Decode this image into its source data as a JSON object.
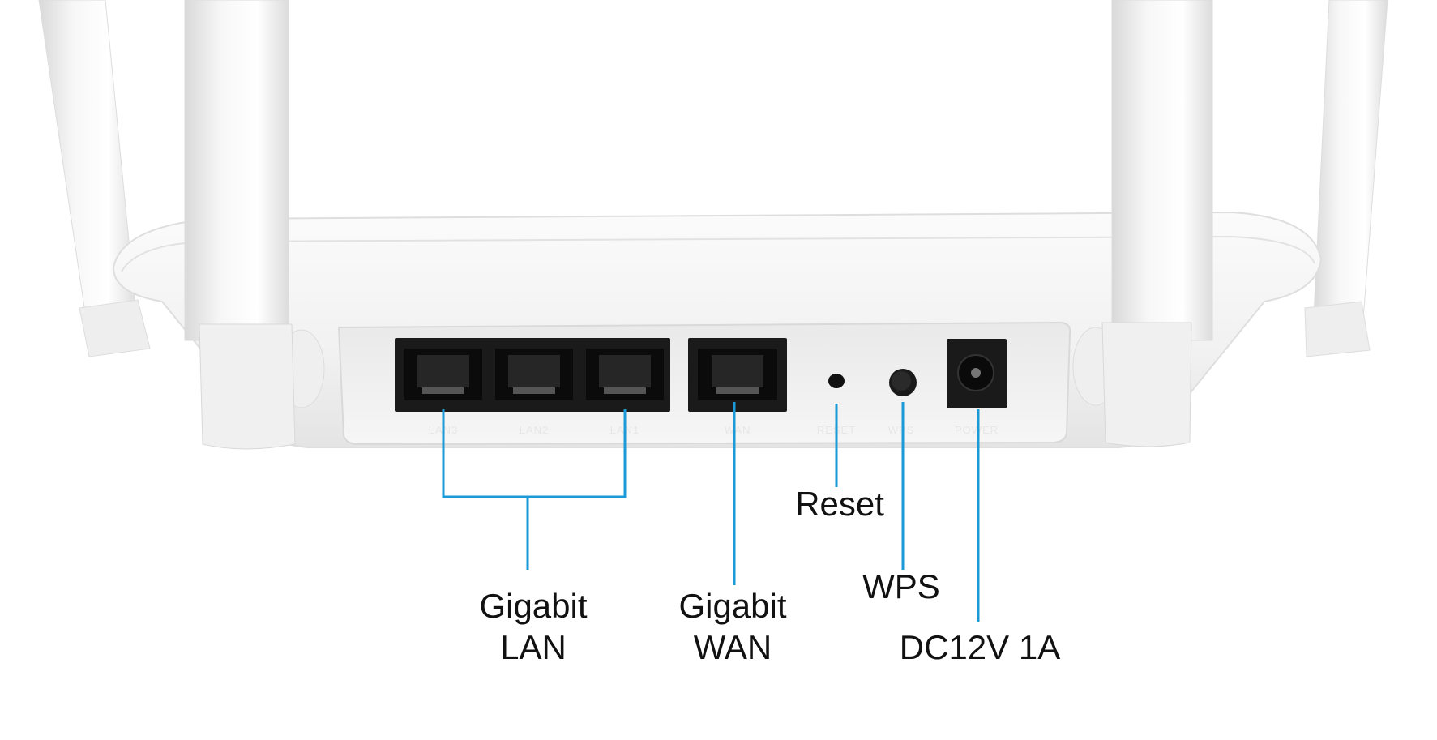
{
  "colors": {
    "leader": "#1a9ad6",
    "body": "#f4f4f4",
    "port_black": "#1a1a1a",
    "label_text": "#111111"
  },
  "ports": [
    {
      "name": "LAN3",
      "type": "ethernet"
    },
    {
      "name": "LAN2",
      "type": "ethernet"
    },
    {
      "name": "LAN1",
      "type": "ethernet"
    },
    {
      "name": "WAN",
      "type": "ethernet"
    },
    {
      "name": "RESET",
      "type": "pinhole"
    },
    {
      "name": "WPS",
      "type": "button"
    },
    {
      "name": "POWER",
      "type": "dc-jack"
    }
  ],
  "callouts": {
    "lan": {
      "line1": "Gigabit",
      "line2": "LAN"
    },
    "wan": {
      "line1": "Gigabit",
      "line2": "WAN"
    },
    "reset": {
      "text": "Reset"
    },
    "wps": {
      "text": "WPS"
    },
    "power": {
      "text": "DC12V 1A"
    }
  }
}
